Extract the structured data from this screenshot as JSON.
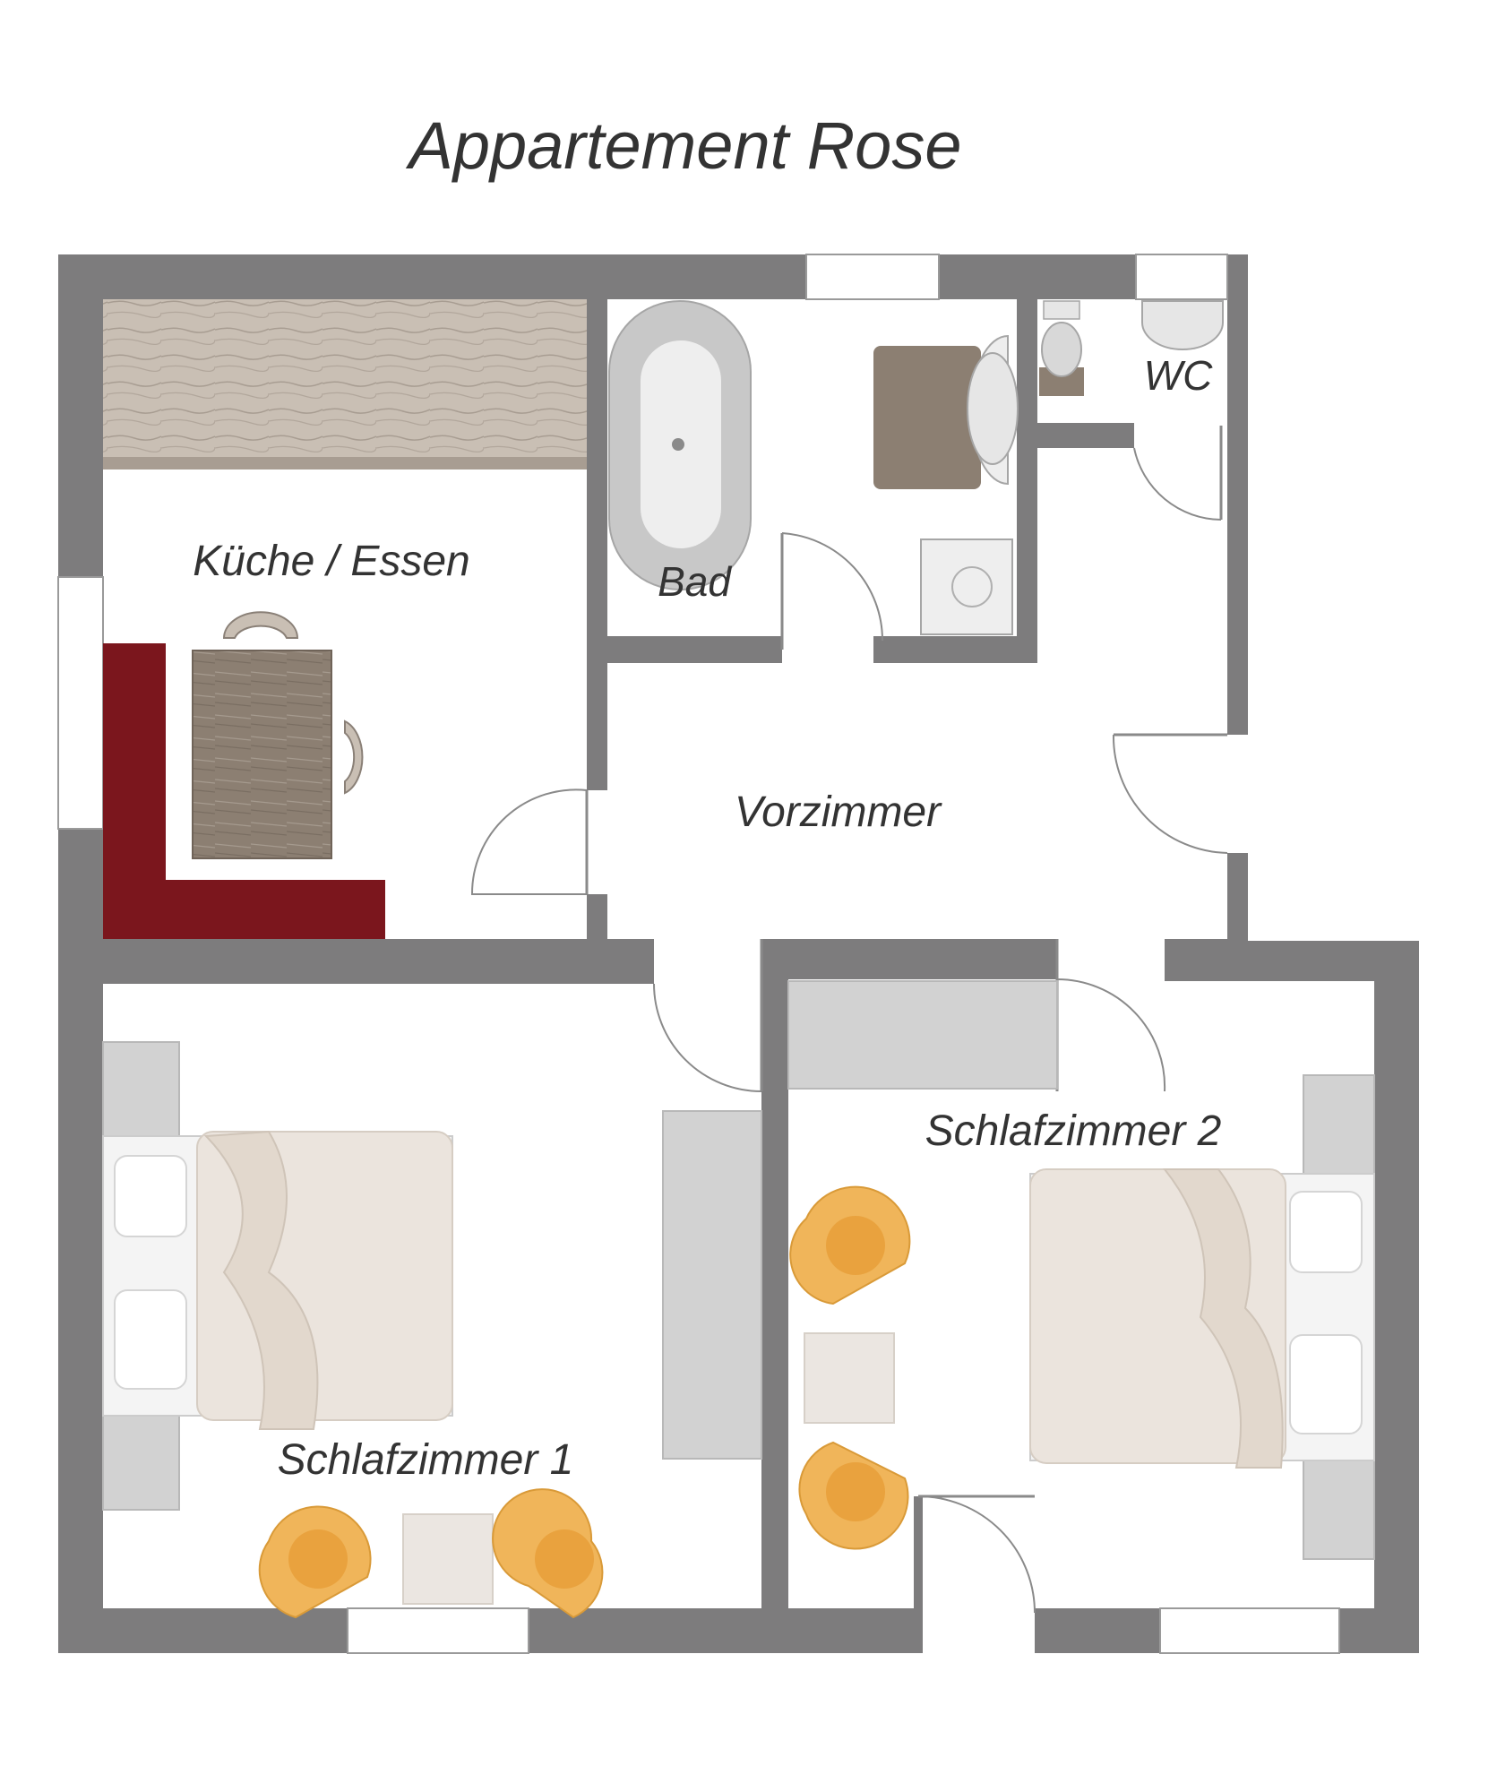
{
  "title": "Appartement Rose",
  "rooms": {
    "kitchen": "Küche / Essen",
    "bath": "Bad",
    "wc": "WC",
    "hall": "Vorzimmer",
    "bedroom1": "Schlafzimmer 1",
    "bedroom2": "Schlafzimmer 2"
  },
  "colors": {
    "wall": "#7d7c7d",
    "bench": "#7b161d",
    "armchair": "#f0b55a",
    "armchair_inner": "#e9a23e",
    "wood_counter": "#c9bfb4",
    "wood_table": "#8c7f72",
    "bed": "#ebe4dd",
    "wardrobe": "#d2d2d2"
  }
}
